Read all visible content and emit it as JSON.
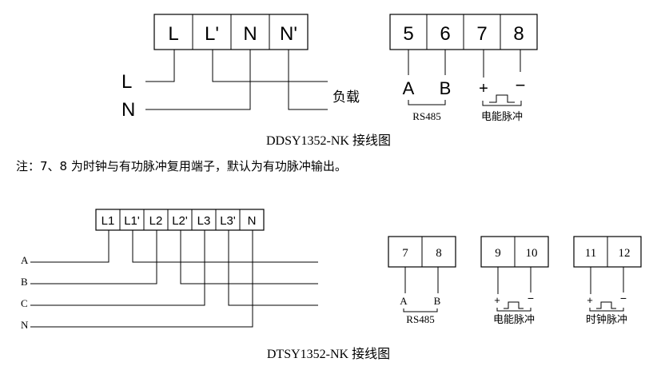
{
  "diagram1": {
    "terminals": [
      "L",
      "L'",
      "N",
      "N'"
    ],
    "line_labels": [
      "L",
      "N"
    ],
    "load_label": "负载",
    "signal_terminals": [
      "5",
      "6",
      "7",
      "8"
    ],
    "rs485_ab": [
      "A",
      "B"
    ],
    "rs485_label": "RS485",
    "pulse_signs": [
      "+",
      "−"
    ],
    "pulse_label": "电能脉冲",
    "caption": "DDSY1352-NK 接线图"
  },
  "note": "注：7、8 为时钟与有功脉冲复用端子，默认为有功脉冲输出。",
  "diagram2": {
    "terminals": [
      "L1",
      "L1'",
      "L2",
      "L2'",
      "L3",
      "L3'",
      "N"
    ],
    "line_labels": [
      "A",
      "B",
      "C",
      "N"
    ],
    "block_rs485": {
      "terminals": [
        "7",
        "8"
      ],
      "ab": [
        "A",
        "B"
      ],
      "label": "RS485"
    },
    "block_energy": {
      "terminals": [
        "9",
        "10"
      ],
      "signs": [
        "+",
        "−"
      ],
      "label": "电能脉冲"
    },
    "block_clock": {
      "terminals": [
        "11",
        "12"
      ],
      "signs": [
        "+",
        "−"
      ],
      "label": "时钟脉冲"
    },
    "caption": "DTSY1352-NK 接线图"
  }
}
